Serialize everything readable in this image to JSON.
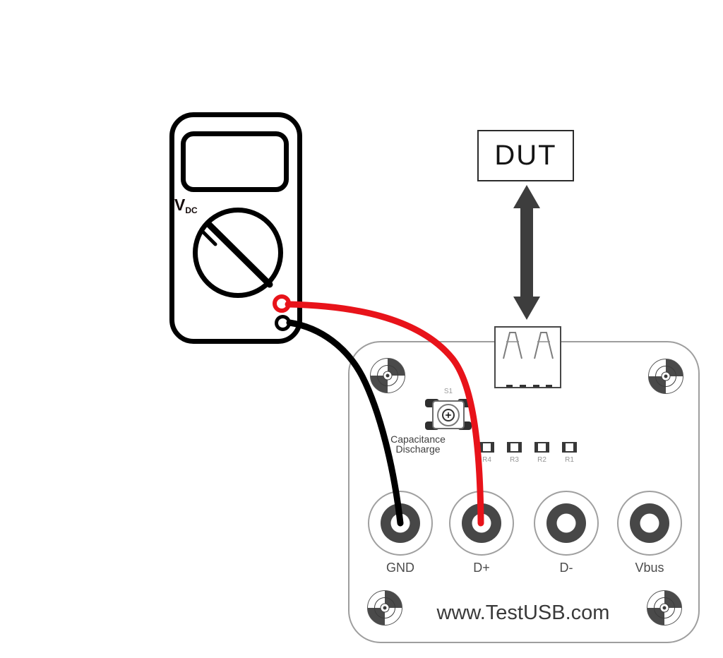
{
  "meter": {
    "mode": "V",
    "mode_sub": "DC"
  },
  "dut_label": "DUT",
  "board": {
    "switch": {
      "ref": "S1",
      "caption_line1": "Capacitance",
      "caption_line2": "Discharge"
    },
    "resistors": [
      {
        "ref": "R4"
      },
      {
        "ref": "R3"
      },
      {
        "ref": "R2"
      },
      {
        "ref": "R1"
      }
    ],
    "terminals": [
      {
        "label": "GND"
      },
      {
        "label": "D+"
      },
      {
        "label": "D-"
      },
      {
        "label": "Vbus"
      }
    ],
    "website": "www.TestUSB.com"
  },
  "colors": {
    "positive_lead": "#e8131a",
    "negative_lead": "#000000",
    "dut_arrow": "#3d3d3d",
    "terminal_ring": "#474747",
    "board_outline": "#9e9e9e"
  }
}
